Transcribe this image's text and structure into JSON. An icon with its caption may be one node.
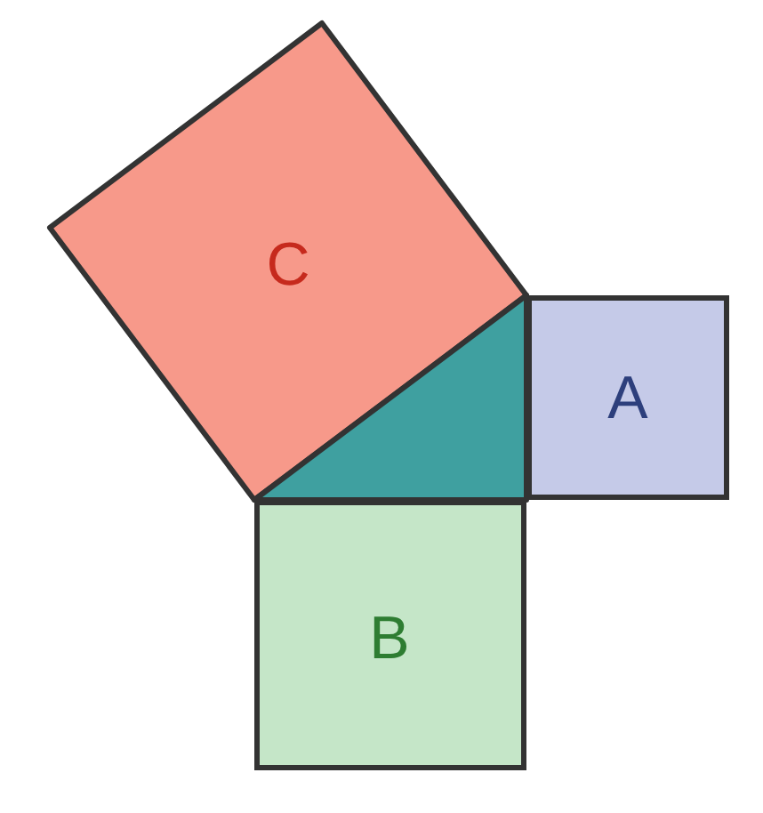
{
  "diagram": {
    "nodes": [
      {
        "text": [
          "C"
        ]
      },
      {
        "text": [],
        "shape": "triangle"
      },
      {
        "text": [
          "A"
        ]
      },
      {
        "text": [
          "B"
        ]
      }
    ],
    "edges": []
  }
}
